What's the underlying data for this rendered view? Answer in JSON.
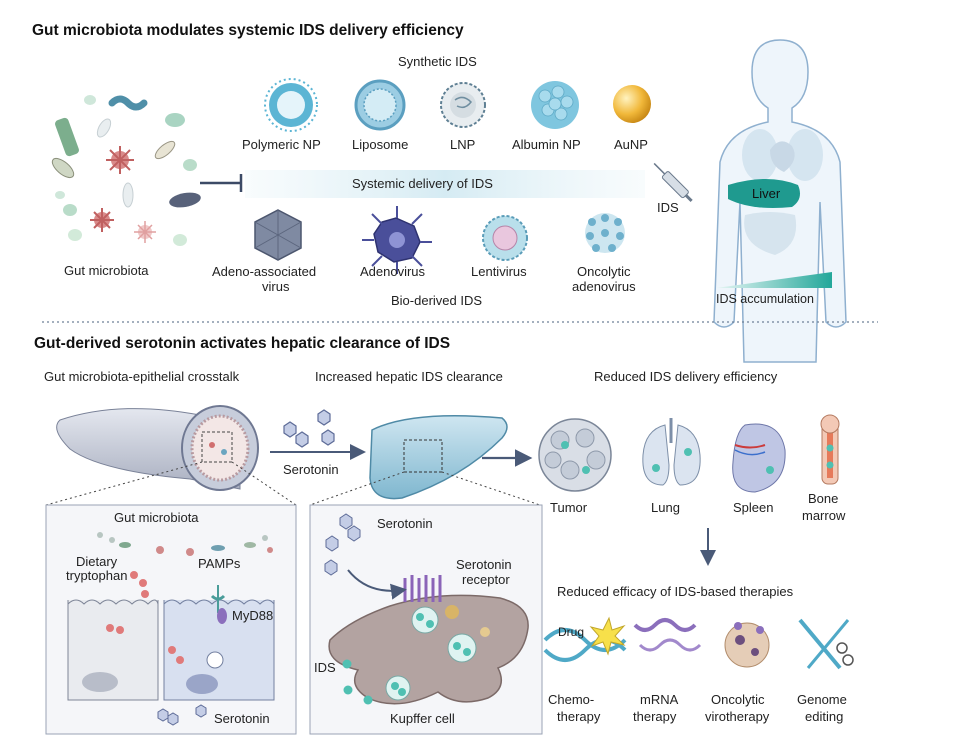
{
  "top": {
    "title": "Gut microbiota modulates systemic IDS delivery efficiency",
    "gut_label": "Gut microbiota",
    "synthetic_header": "Synthetic IDS",
    "synthetic": [
      "Polymeric NP",
      "Liposome",
      "LNP",
      "Albumin NP",
      "AuNP"
    ],
    "delivery_label": "Systemic delivery of IDS",
    "bio": [
      "Adeno-associated",
      "virus",
      "Adenovirus",
      "Lentivirus",
      "Oncolytic",
      "adenovirus"
    ],
    "bio_header": "Bio-derived IDS",
    "ids_label": "IDS",
    "liver_label": "Liver",
    "accumulation_label": "IDS accumulation"
  },
  "bottom": {
    "title": "Gut-derived serotonin activates hepatic clearance of IDS",
    "col1": "Gut microbiota-epithelial crosstalk",
    "col2": "Increased hepatic IDS clearance",
    "col3": "Reduced IDS delivery efficiency",
    "serotonin_arrow": "Serotonin",
    "left_panel": {
      "gut_microbiota": "Gut microbiota",
      "dietary": "Dietary",
      "tryptophan": "tryptophan",
      "pamps": "PAMPs",
      "myd88": "MyD88",
      "serotonin": "Serotonin"
    },
    "mid_panel": {
      "serotonin": "Serotonin",
      "receptor1": "Serotonin",
      "receptor2": "receptor",
      "ids": "IDS",
      "kupffer": "Kupffer cell"
    },
    "organs": [
      "Tumor",
      "Lung",
      "Spleen",
      "Bone",
      "marrow"
    ],
    "efficacy_header": "Reduced efficacy of IDS-based therapies",
    "drug_label": "Drug",
    "therapies": [
      "Chemo-",
      "therapy",
      "mRNA",
      "therapy",
      "Oncolytic",
      "virotherapy",
      "Genome",
      "editing"
    ]
  }
}
